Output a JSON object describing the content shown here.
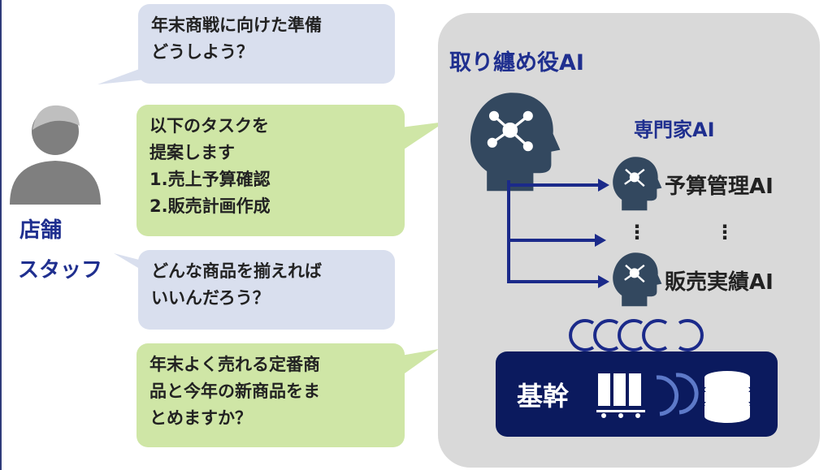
{
  "user": {
    "label_line1": "店舗",
    "label_line2": "スタッフ",
    "icon": "person-icon"
  },
  "conversation": [
    {
      "speaker": "user",
      "text": "年末商戦に向けた準備\nどうしよう？"
    },
    {
      "speaker": "ai",
      "text": "以下のタスクを\n提案します\n1.売上予算確認\n2.販売計画作成"
    },
    {
      "speaker": "user",
      "text": "どんな商品を揃えれば\nいいんだろう？"
    },
    {
      "speaker": "ai",
      "text": "年末よく売れる定番商\n品と今年の新商品をま\nとめますか？"
    }
  ],
  "system": {
    "coordinator_title": "取り纏め役AI",
    "expert_title": "専門家AI",
    "experts": [
      "予算管理AI",
      "販売実績AI"
    ],
    "ellipsis": "⋮",
    "core_label": "基幹",
    "icons": [
      "ai-head-icon",
      "server-icon",
      "database-icon",
      "sync-icon"
    ]
  },
  "colors": {
    "accent": "#1f2f8f",
    "user_bubble": "#d9dfee",
    "ai_bubble": "#cfe6a6",
    "panel": "#d9d9d9",
    "core": "#0b1a5e"
  }
}
